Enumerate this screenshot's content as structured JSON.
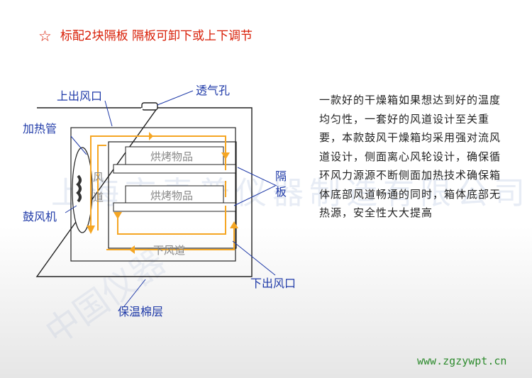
{
  "banner": {
    "star": "☆",
    "text": "标配2块隔板  隔板可卸下或上下调节",
    "color": "#d81e06"
  },
  "labels": {
    "upper_outlet": "上出风口",
    "vent_hole": "透气孔",
    "heating_tube": "加热管",
    "shelf": "隔板",
    "blower": "鼓风机",
    "lower_outlet": "下出风口",
    "insulation": "保温棉层",
    "baking_items_top": "烘烤物品",
    "baking_items_bottom": "烘烤物品",
    "air_duct": "风道",
    "lower_duct": "下风道"
  },
  "description": "一款好的干燥箱如果想达到好的温度均匀性，一套好的风道设计至关重要，本款鼓风干燥箱均采用强对流风道设计，侧面离心风轮设计，确保循环风力源源不断侧面加热技术确保箱体底部风道畅通的同时，箱体底部无热源，安全性大大提高",
  "watermark": "上海市麦普仪器制造有限公司",
  "website": "www.zgzywpt.cn",
  "colors": {
    "callout": "#1f3aa8",
    "airflow": "#f5a623",
    "website": "#2e8b2e"
  }
}
